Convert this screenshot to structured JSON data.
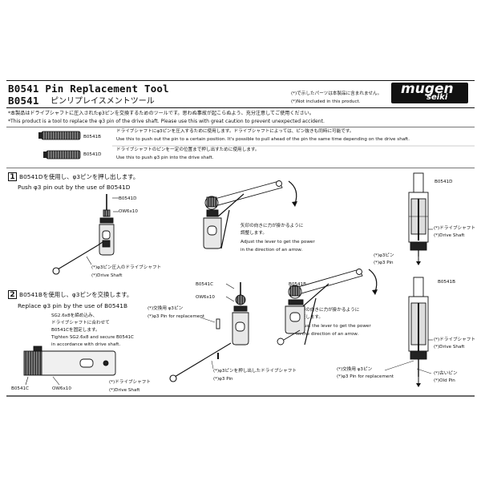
{
  "header": {
    "title_en": "B0541 Pin Replacement Tool",
    "code": "B0541",
    "title_jp": "ピンリプレイスメントツール",
    "note_jp": "(*)で示したパーツは本製品に含まれません。",
    "note_en": "(*)Not included in this product.",
    "logo_top": "mugen",
    "logo_bottom": "seiki"
  },
  "intro": {
    "jp": "*本製品はドライブシャフトに圧入されたφ3ピンを交換するためのツールです。思わぬ事故が起こらぬよう、充分注意してご使用ください。",
    "en": "*This product is a tool to replace the φ3 pin of the drive shaft. Please use this with great caution to prevent unexpected accident."
  },
  "parts": [
    {
      "code": "B0541B",
      "jp": "ドライブシャフトにφ3ピンを圧入するために使用します。ドライブシャフトによっては、ピン抜きも同時に可能です。",
      "en": "Use this to push out the pin to a certain position. It's possible to pull ahead of the pin the same time depending on the drive shaft."
    },
    {
      "code": "B0541D",
      "jp": "ドライブシャフトのピンを一定の位置まで押し出すために使用します。",
      "en": "Use this to push  φ3 pin into the drive shaft."
    }
  ],
  "step1": {
    "num": "1",
    "jp": "B0541Dを使用し、φ3ピンを押し出します。",
    "en": "Push  φ3 pin out by the use of B0541D",
    "labels": {
      "tool": "B0541D",
      "bolt": "OW6x10",
      "shaft_jp": "(*)φ3ピン圧入のドライブシャフト",
      "shaft_en": "(*)Drive Shaft",
      "lever_jp1": "矢印の向きに力が掛かるように",
      "lever_jp2": "調整します。",
      "lever_en1": "Adjust the lever to get the power",
      "lever_en2": "in the direction of an arrow.",
      "tool_r": "B0541D",
      "ds_jp": "(*)ドライブシャフト",
      "ds_en": "(*)Drive Shaft",
      "pin_jp": "(*)φ3ピン",
      "pin_en": "(*)φ3 Pin"
    }
  },
  "step2": {
    "num": "2",
    "jp": "B0541Bを使用し、φ3ピンを交換します。",
    "en": "Replace  φ3 pin by the use of B0541B",
    "instr_jp1": "SG2.6x8を締め込み、",
    "instr_jp2": "ドライブシャフトに合わせて",
    "instr_jp3": "B0541Cを固定します。",
    "instr_en1": "Tighten SG2.6x8 and secure B0541C",
    "instr_en2": "in accordance with drive shaft.",
    "labels": {
      "c_left": "B0541C",
      "bolt_left": "OW6x10",
      "ds_jp": "(*)ドライブシャフト",
      "ds_en": "(*)Drive Shaft",
      "newpin_jp": "(*)交換用 φ3ピン",
      "newpin_en": "(*)φ3 Pin for replacement",
      "c_mid": "B0541C",
      "bolt_mid": "OW6x10",
      "tool_top": "B0541B",
      "pushed_jp": "(*)φ3ピンを押し出したドライブシャフト",
      "pushed_en": "(*)φ3 Pin",
      "lever_jp1": "矢印の向きに力が掛かるように",
      "lever_jp2": "調整します。",
      "lever_en1": "Adjust the lever to get the power",
      "lever_en2": "in the direction of an arrow.",
      "tool_r": "B0541B",
      "ds_r_jp": "(*)ドライブシャフト",
      "ds_r_en": "(*)Drive Shaft",
      "newpin_r_jp": "(*)交換用 φ3ピン",
      "newpin_r_en": "(*)φ3 Pin for replacement",
      "oldpin_jp": "(*)古いピン",
      "oldpin_en": "(*)Old Pin"
    }
  }
}
